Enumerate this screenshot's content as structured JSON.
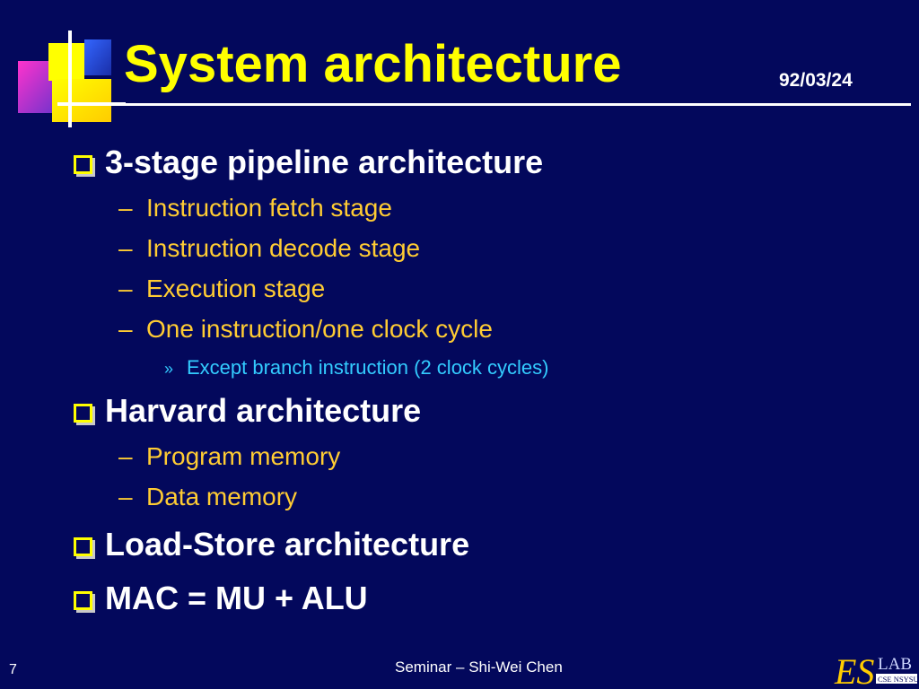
{
  "slide": {
    "title": "System architecture",
    "date": "92/03/24",
    "page_number": "7",
    "footer": "Seminar – Shi-Wei Chen"
  },
  "bullets": [
    {
      "text": "3-stage pipeline architecture",
      "sub": [
        "Instruction fetch stage",
        "Instruction decode stage",
        "Execution stage",
        "One instruction/one clock cycle"
      ],
      "subsub": "Except branch instruction (2 clock cycles)"
    },
    {
      "text": "Harvard architecture",
      "sub": [
        "Program memory",
        "Data memory"
      ]
    },
    {
      "text": "Load-Store architecture"
    },
    {
      "text": "MAC = MU + ALU"
    }
  ],
  "glyphs": {
    "dash": "–",
    "raquo": "»"
  },
  "logo": {
    "letters": "ES",
    "lab": "LAB",
    "sub": "CSE NSYSU"
  },
  "colors": {
    "background": "#03085c",
    "title": "#ffff00",
    "level1": "#ffffff",
    "level2": "#ffcc33",
    "level3": "#33ccff"
  }
}
